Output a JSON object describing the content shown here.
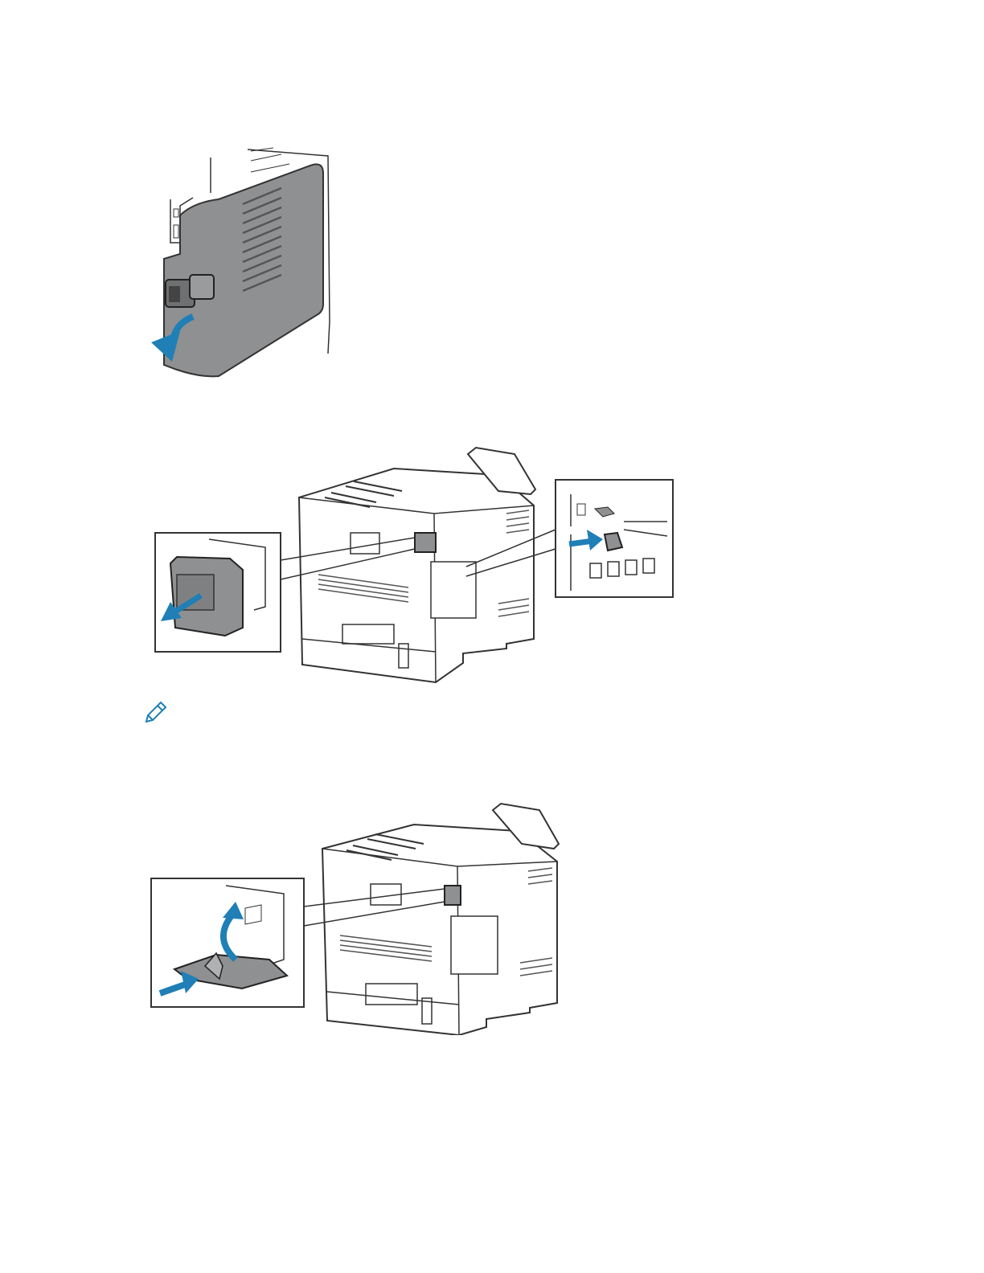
{
  "page": {
    "background": "#ffffff",
    "accent_color": "#1f7fb6",
    "panel_gray": "#8f9091"
  },
  "figures": [
    {
      "name": "side-panel-removal-illustration",
      "arrow": "arrow-down-left-icon"
    },
    {
      "name": "rear-port-cover-removal-illustration",
      "arrows": [
        "arrow-down-left-icon",
        "arrow-right-icon"
      ]
    },
    {
      "name": "rear-port-cover-install-illustration",
      "arrows": [
        "arrow-curved-up-icon",
        "arrow-right-icon"
      ]
    }
  ],
  "note": {
    "icon": "pencil-icon"
  }
}
